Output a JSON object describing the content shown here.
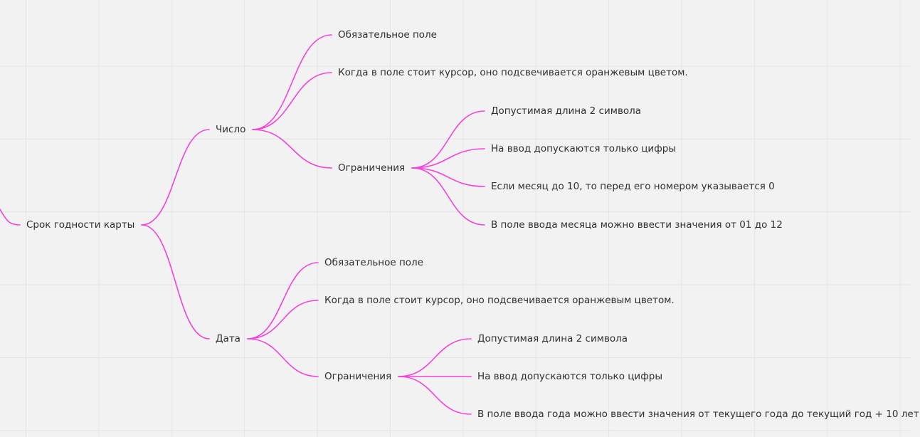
{
  "mindmap": {
    "edge_color": "#f542dc",
    "root": {
      "label": "Срок годности карты",
      "children": [
        {
          "label": "Число",
          "children": [
            {
              "label": "Обязательное поле"
            },
            {
              "label": "Когда в поле стоит курсор, оно подсвечивается оранжевым цветом."
            },
            {
              "label": "Ограничения",
              "children": [
                {
                  "label": "Допустимая длина 2 символа"
                },
                {
                  "label": "На ввод допускаются только цифры"
                },
                {
                  "label": "Если месяц до 10, то перед его номером указывается 0"
                },
                {
                  "label": "В поле ввода месяца можно ввести значения от 01 до 12"
                }
              ]
            }
          ]
        },
        {
          "label": "Дата",
          "children": [
            {
              "label": "Обязательное поле"
            },
            {
              "label": "Когда в поле стоит курсор, оно подсвечивается оранжевым цветом."
            },
            {
              "label": "Ограничения",
              "children": [
                {
                  "label": "Допустимая длина 2 символа"
                },
                {
                  "label": "На ввод допускаются только цифры"
                },
                {
                  "label": "В поле ввода года можно ввести значения от текущего года до текущий год + 10 лет"
                }
              ]
            }
          ]
        }
      ]
    }
  }
}
